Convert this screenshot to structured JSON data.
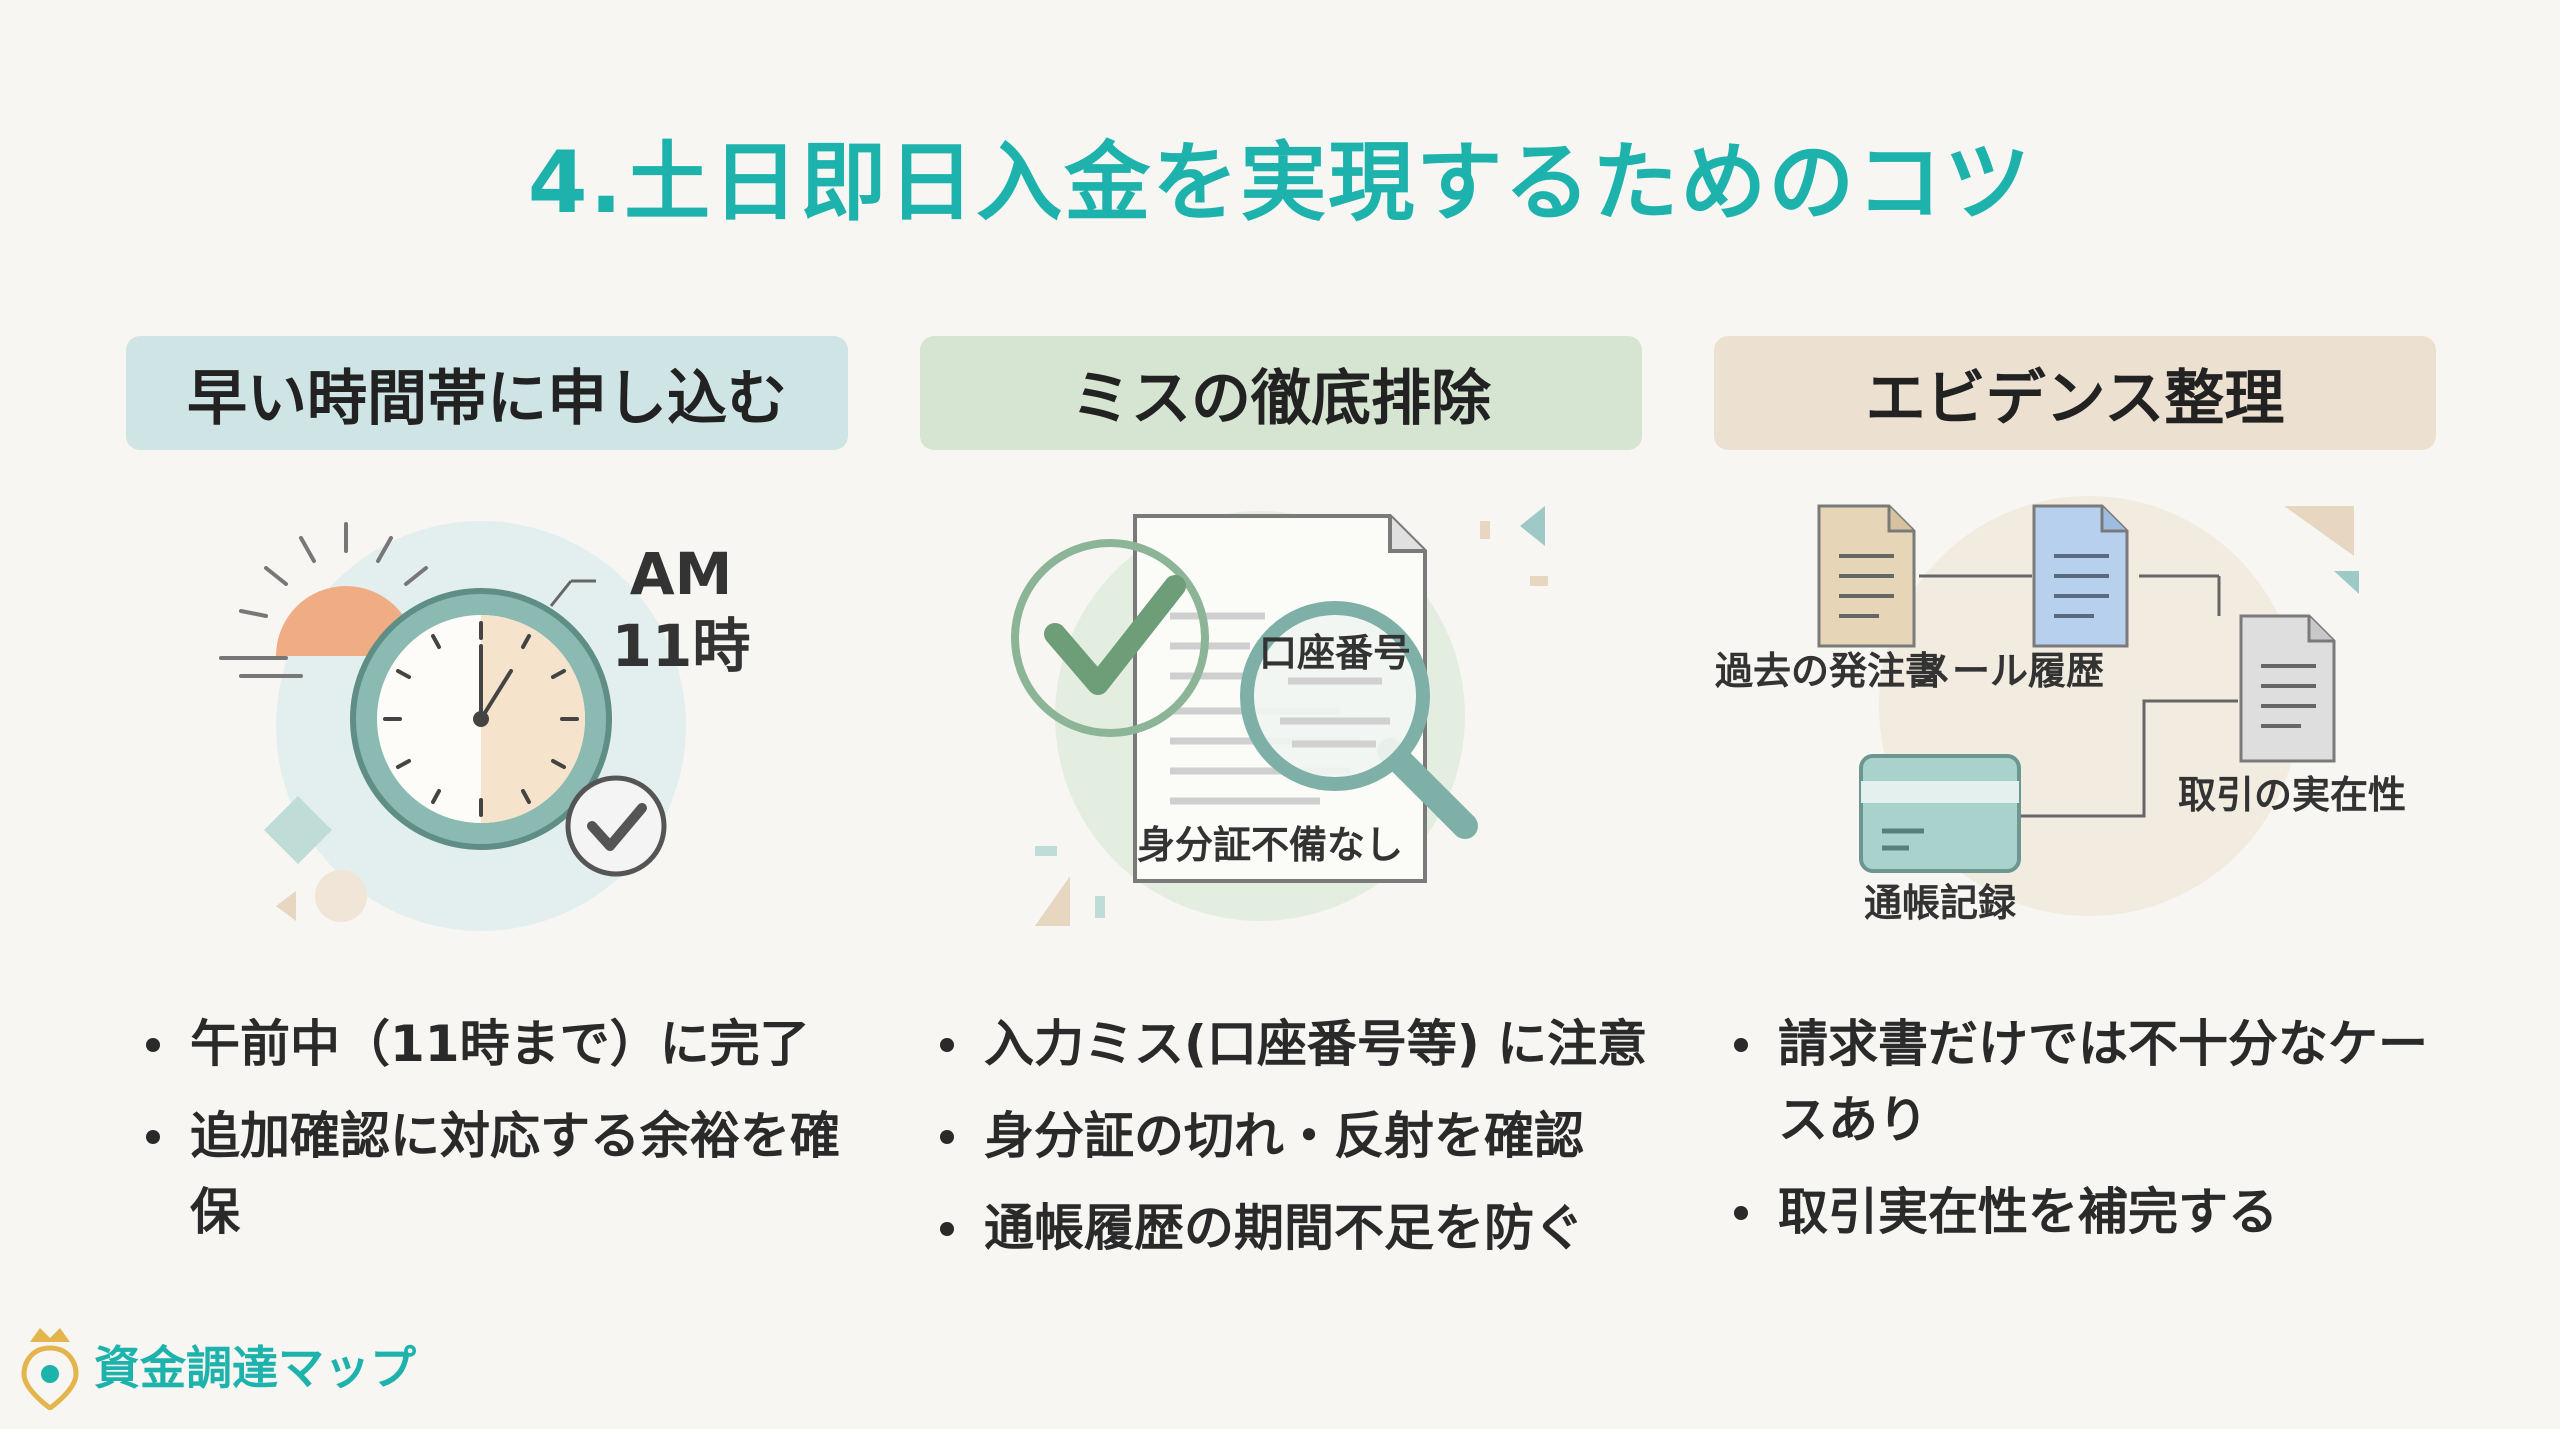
{
  "title": "4.土日即日入金を実現するためのコツ",
  "columns": [
    {
      "header": "早い時間帯に申し込む",
      "clock_label_1": "AM",
      "clock_label_2": "11時",
      "bullets": [
        "午前中（11時まで）に完了",
        "追加確認に対応する余裕を確保"
      ]
    },
    {
      "header": "ミスの徹底排除",
      "magnifier_label": "口座番号",
      "doc_label": "身分証不備なし",
      "bullets": [
        "入力ミス(口座番号等) に注意",
        "身分証の切れ・反射を確認",
        "通帳履歴の期間不足を防ぐ"
      ]
    },
    {
      "header": "エビデンス整理",
      "doc_labels": [
        "過去の発注書",
        "メール履歴",
        "取引の実在性",
        "通帳記録"
      ],
      "bullets": [
        "請求書だけでは不十分なケースあり",
        "取引実在性を補完する"
      ]
    }
  ],
  "logo_text": "資金調達マップ",
  "colors": {
    "accent": "#1eb2ad",
    "header1": "#cfe4e4",
    "header2": "#d6e4d2",
    "header3": "#ece1d1"
  }
}
